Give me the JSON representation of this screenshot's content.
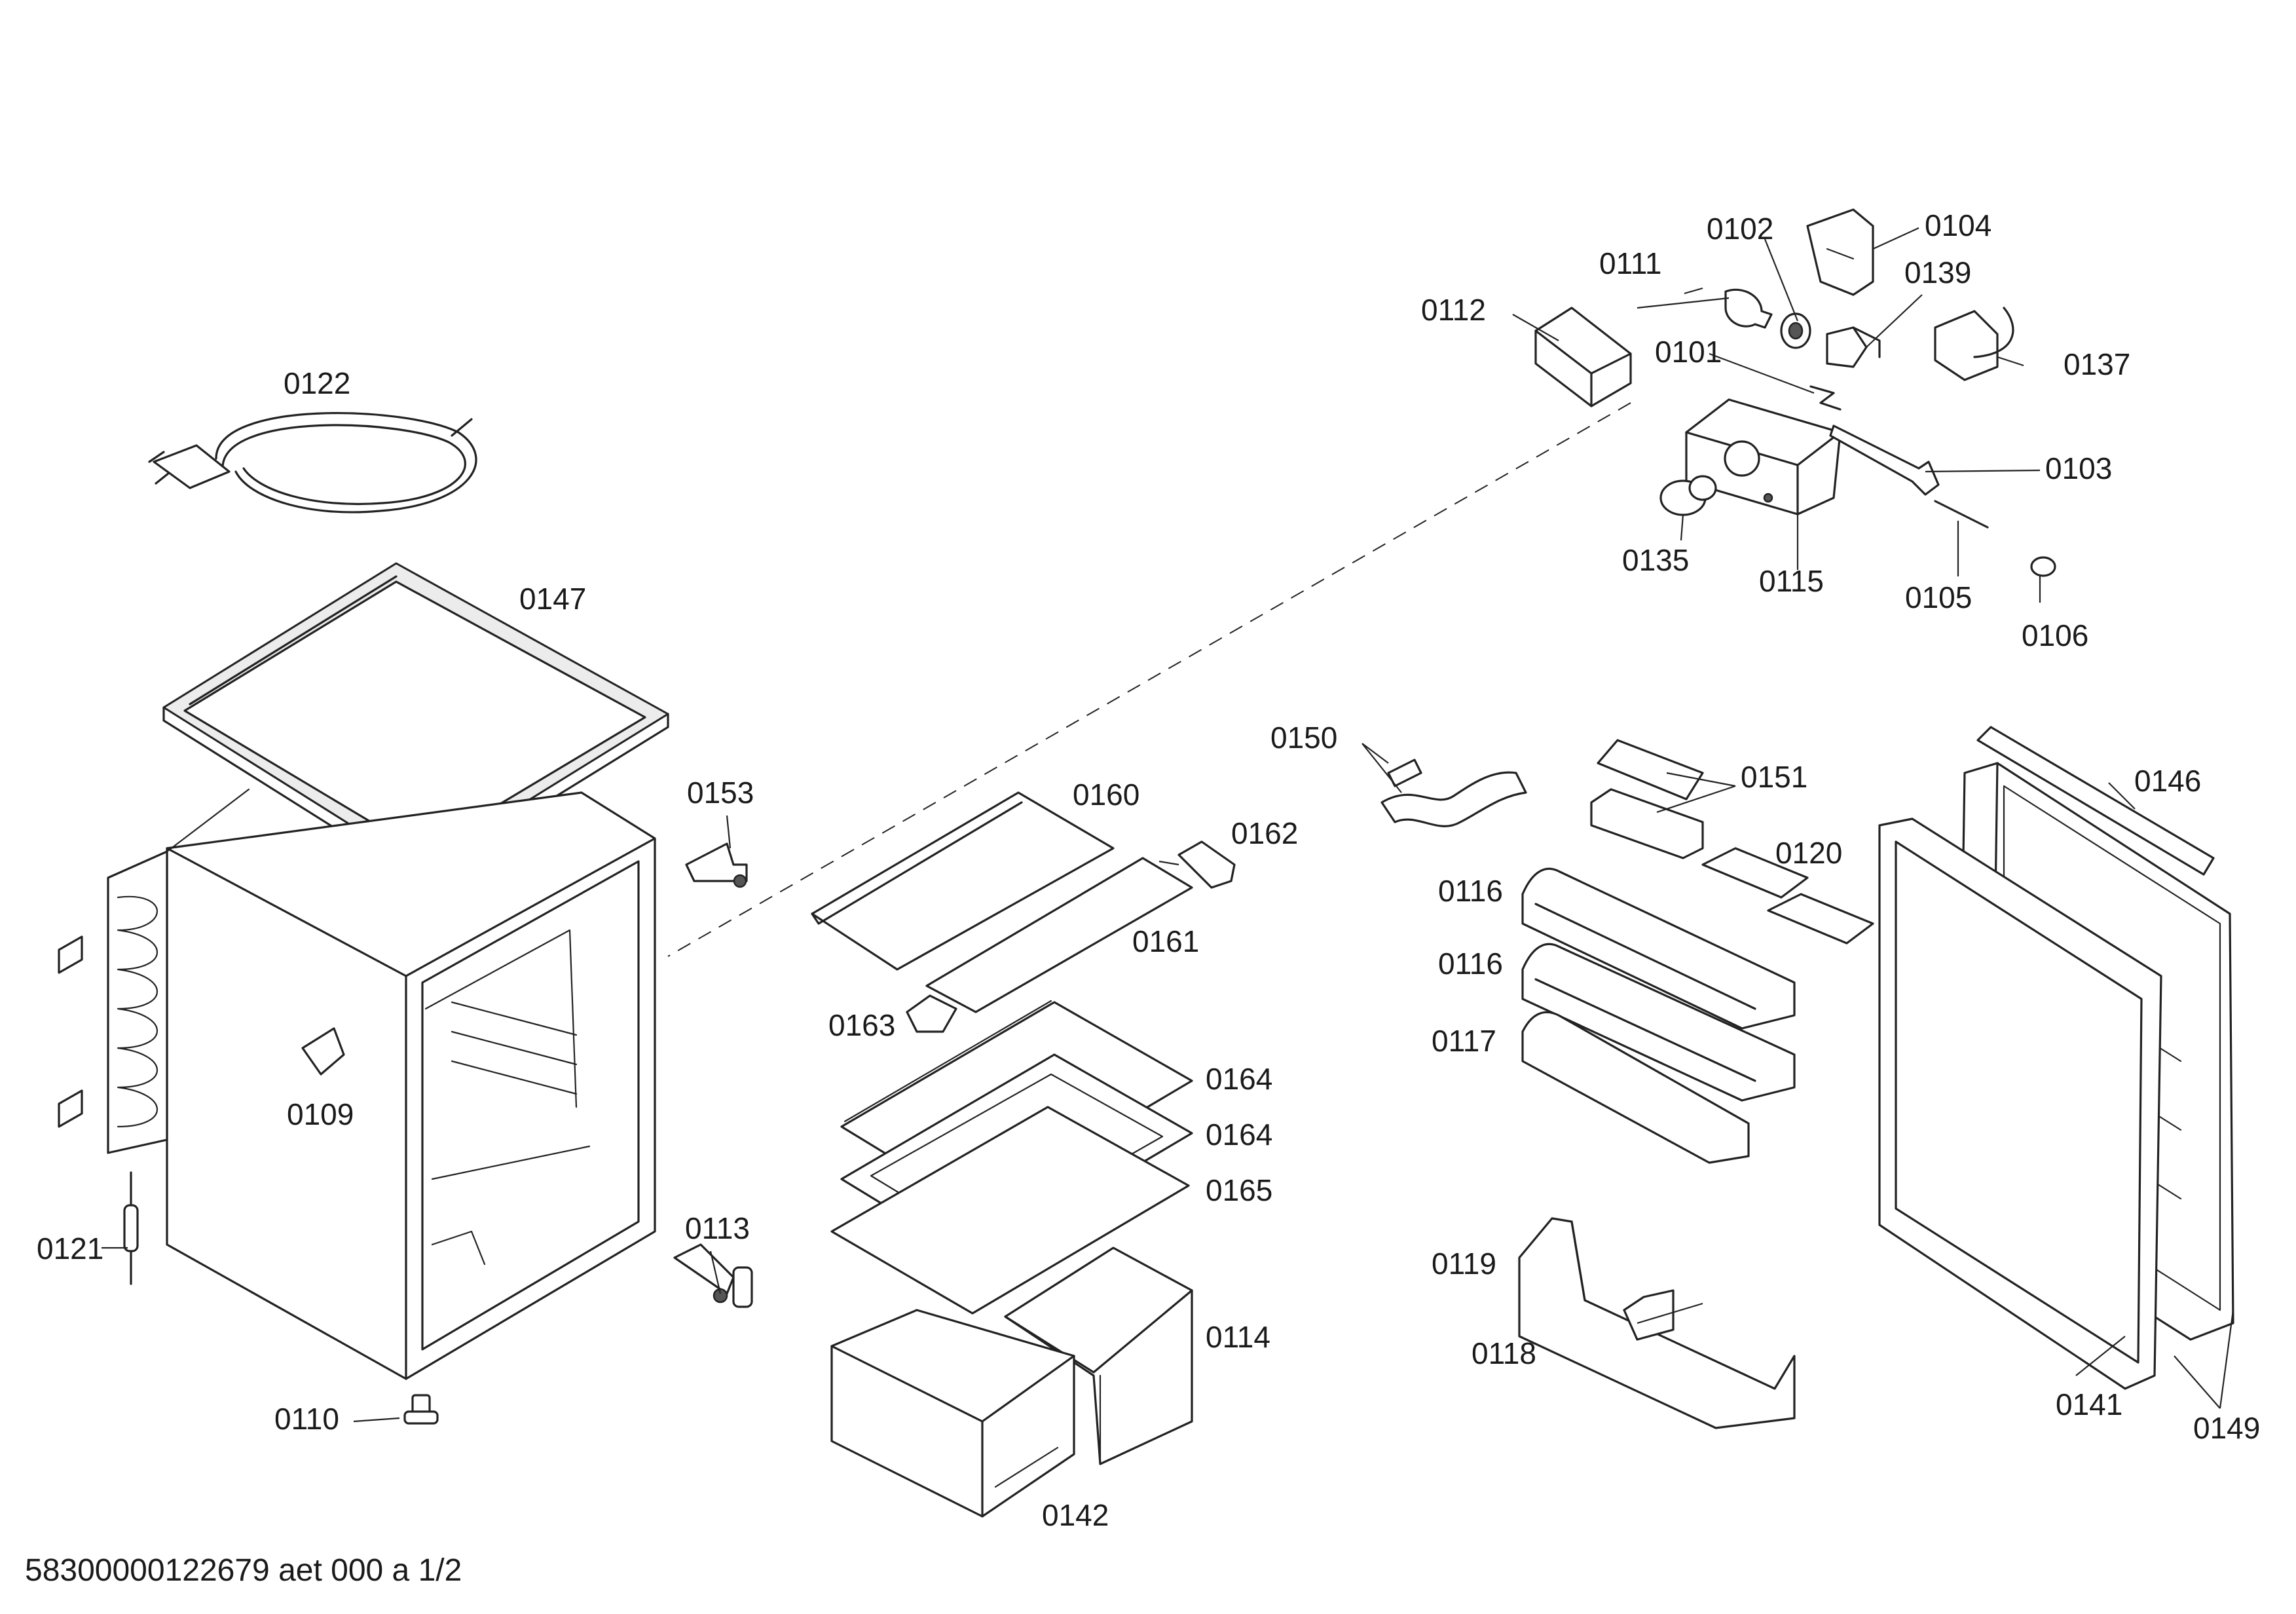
{
  "diagram": {
    "callouts": [
      "0101",
      "0102",
      "0103",
      "0104",
      "0105",
      "0106",
      "0109",
      "0110",
      "0111",
      "0112",
      "0113",
      "0114",
      "0115",
      "0116",
      "0116",
      "0117",
      "0118",
      "0119",
      "0120",
      "0121",
      "0122",
      "0135",
      "0137",
      "0139",
      "0141",
      "0142",
      "0146",
      "0147",
      "0149",
      "0150",
      "0151",
      "0153",
      "0160",
      "0161",
      "0162",
      "0163",
      "0164",
      "0164",
      "0165"
    ]
  },
  "footer": {
    "text": "58300000122679 aet 000 a 1/2"
  }
}
